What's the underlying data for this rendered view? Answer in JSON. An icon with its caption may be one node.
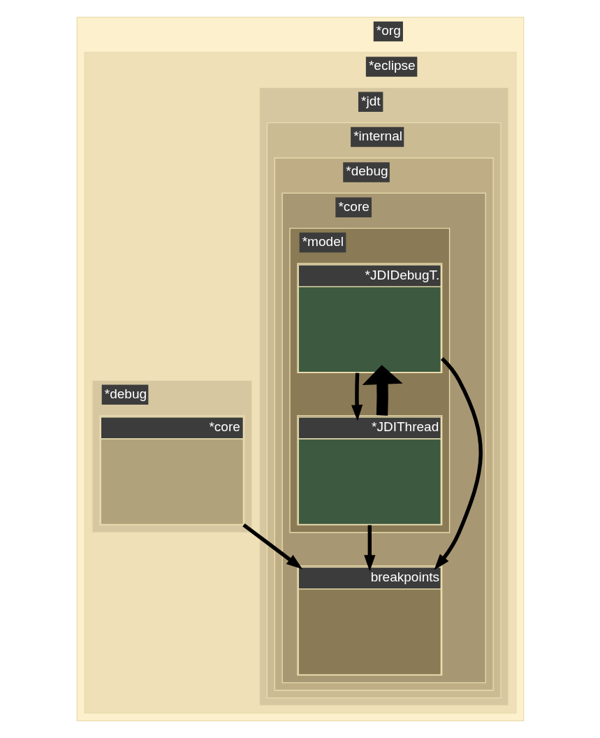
{
  "diagram": {
    "nodes": [
      {
        "text": [
          "*org"
        ]
      },
      {
        "text": [
          "*eclipse"
        ],
        "in": 0
      },
      {
        "text": [
          "*jdt"
        ],
        "in": 1
      },
      {
        "text": [
          "*internal"
        ],
        "in": 2
      },
      {
        "text": [
          "*debug"
        ],
        "in": 3
      },
      {
        "text": [
          "*core"
        ],
        "in": 4
      },
      {
        "text": [
          "*model"
        ],
        "in": 5
      },
      {
        "text": [
          "*JDIDebugT."
        ],
        "in": 6
      },
      {
        "text": [
          "*JDIThread"
        ],
        "in": 6
      },
      {
        "text": [
          "breakpoints"
        ],
        "in": 5
      },
      {
        "text": [
          "*debug"
        ],
        "in": 1
      },
      {
        "text": [
          "*core"
        ],
        "in": 10
      }
    ],
    "edges": [
      {
        "from": 7,
        "to": 9,
        "arrow": "to"
      },
      {
        "from": 8,
        "to": 7,
        "arrow": "to",
        "style": "thick"
      },
      {
        "from": 7,
        "to": 8,
        "arrow": "to"
      },
      {
        "from": 8,
        "to": 9,
        "arrow": "to"
      },
      {
        "from": 11,
        "to": 9,
        "arrow": "to"
      }
    ]
  }
}
